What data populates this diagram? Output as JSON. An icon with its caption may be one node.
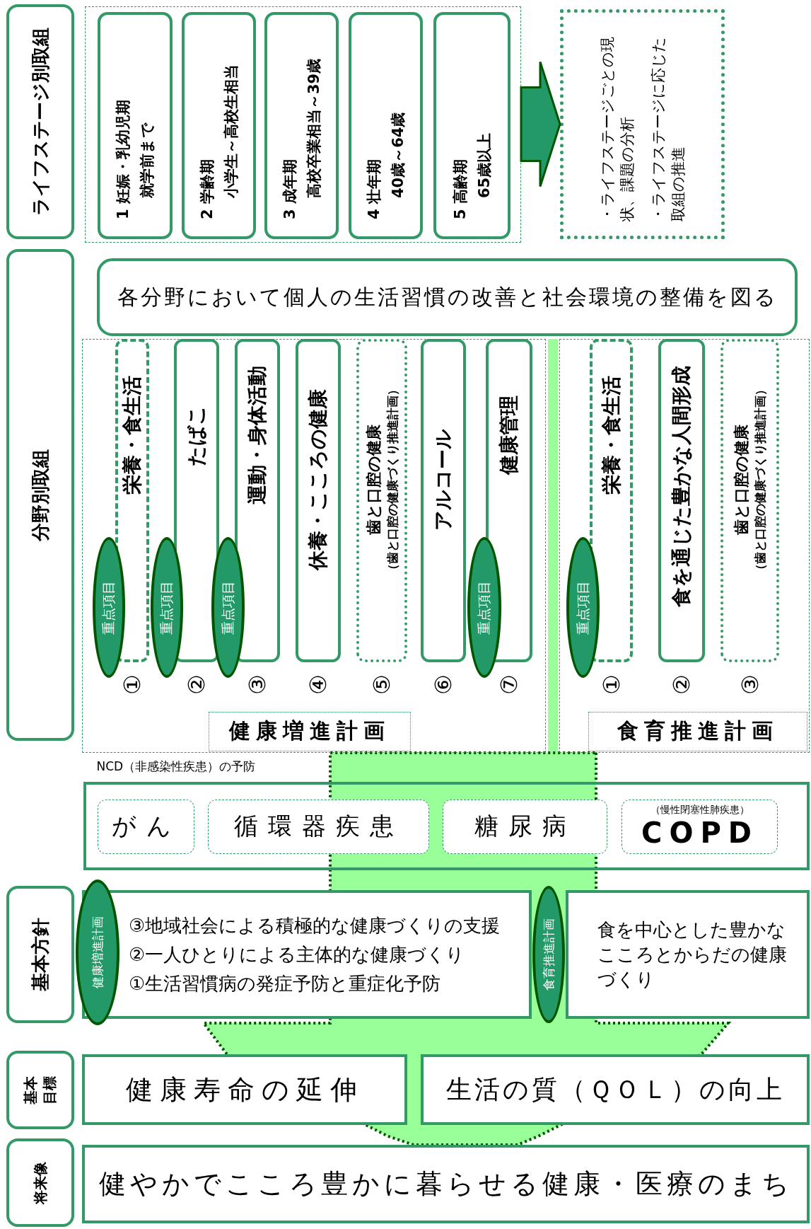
{
  "diagram": {
    "nodes": [
      {
        "text": [
          "ライフステージ別取組"
        ]
      },
      {
        "text": [],
        "shape": "box"
      },
      {
        "text": [
          "1 妊娠・乳幼児期",
          "就学前まで"
        ],
        "in": 1
      },
      {
        "text": [
          "2 学齢期",
          "小学生～高校生相当"
        ],
        "in": 1
      },
      {
        "text": [
          "3 成年期",
          "高校卒業相当～39歳"
        ],
        "in": 1
      },
      {
        "text": [
          "4 壮年期",
          "40歳～64歳"
        ],
        "in": 1
      },
      {
        "text": [
          "5 高齢期",
          "65歳以上"
        ],
        "in": 1
      },
      {
        "text": [
          "・ライフステージごとの現状、課題の分析",
          "・ライフステージに応じた取組の推進"
        ]
      },
      {
        "text": [
          "分野別取組"
        ]
      },
      {
        "text": [
          "健康増進計画"
        ]
      },
      {
        "text": [
          "食育推進計画"
        ]
      },
      {
        "text": [
          "各分野において個人の生活習慣の改善と社会環境の整備を図る"
        ]
      },
      {
        "text": [
          "栄養・食生活"
        ],
        "beside": [
          "①"
        ],
        "in": 9
      },
      {
        "text": [
          "重点項目"
        ],
        "in": 9
      },
      {
        "text": [
          "たばこ"
        ],
        "beside": [
          "②"
        ],
        "in": 9
      },
      {
        "text": [
          "重点項目"
        ],
        "in": 9
      },
      {
        "text": [
          "運動・身体活動"
        ],
        "beside": [
          "③"
        ],
        "in": 9
      },
      {
        "text": [
          "重点項目"
        ],
        "in": 9
      },
      {
        "text": [
          "休養・こころの健康"
        ],
        "beside": [
          "④"
        ],
        "in": 9
      },
      {
        "text": [
          "歯と口腔の健康",
          "（歯と口腔の健康づくり推進計画）"
        ],
        "beside": [
          "⑤"
        ],
        "in": 9
      },
      {
        "text": [
          "アルコール"
        ],
        "beside": [
          "⑥"
        ],
        "in": 9
      },
      {
        "text": [
          "健康管理"
        ],
        "beside": [
          "⑦"
        ],
        "in": 9
      },
      {
        "text": [
          "重点項目"
        ],
        "in": 9
      },
      {
        "text": [
          "栄養・食生活"
        ],
        "beside": [
          "①"
        ],
        "in": 10
      },
      {
        "text": [
          "重点項目"
        ],
        "in": 10
      },
      {
        "text": [
          "食を通じた豊かな人間形成"
        ],
        "beside": [
          "②"
        ],
        "in": 10
      },
      {
        "text": [
          "歯と口腔の健康",
          "（歯と口腔の健康づくり推進計画）"
        ],
        "beside": [
          "③"
        ],
        "in": 10
      },
      {
        "text": [
          "NCD（非感染性疾患）の予防"
        ]
      },
      {
        "text": [
          "がん"
        ],
        "in": 27
      },
      {
        "text": [
          "循環器疾患"
        ],
        "in": 27
      },
      {
        "text": [
          "糖尿病"
        ],
        "in": 27
      },
      {
        "text": [
          "（慢性閉塞性肺疾患）",
          "COPD"
        ],
        "in": 27
      },
      {
        "text": [
          "基本方針"
        ]
      },
      {
        "text": [
          "③地域社会による積極的な健康づくりの支援",
          "②一人ひとりによる主体的な健康づくり",
          "①生活習慣病の発症予防と重症化予防"
        ]
      },
      {
        "text": [
          "健康増進計画"
        ]
      },
      {
        "text": [
          "食を中心とした豊かなこころとからだの健康づくり"
        ]
      },
      {
        "text": [
          "食育推進計画"
        ]
      },
      {
        "text": [
          "基本目標"
        ]
      },
      {
        "text": [
          "健康寿命の延伸"
        ]
      },
      {
        "text": [
          "生活の質（ＱＯＬ）の向上"
        ]
      },
      {
        "text": [
          "将来像"
        ]
      },
      {
        "text": [
          "健やかでこころ豊かに暮らせる健康・医療のまち"
        ]
      }
    ],
    "edges": [
      {
        "from": 1,
        "to": 7,
        "arrow": "to"
      }
    ]
  }
}
